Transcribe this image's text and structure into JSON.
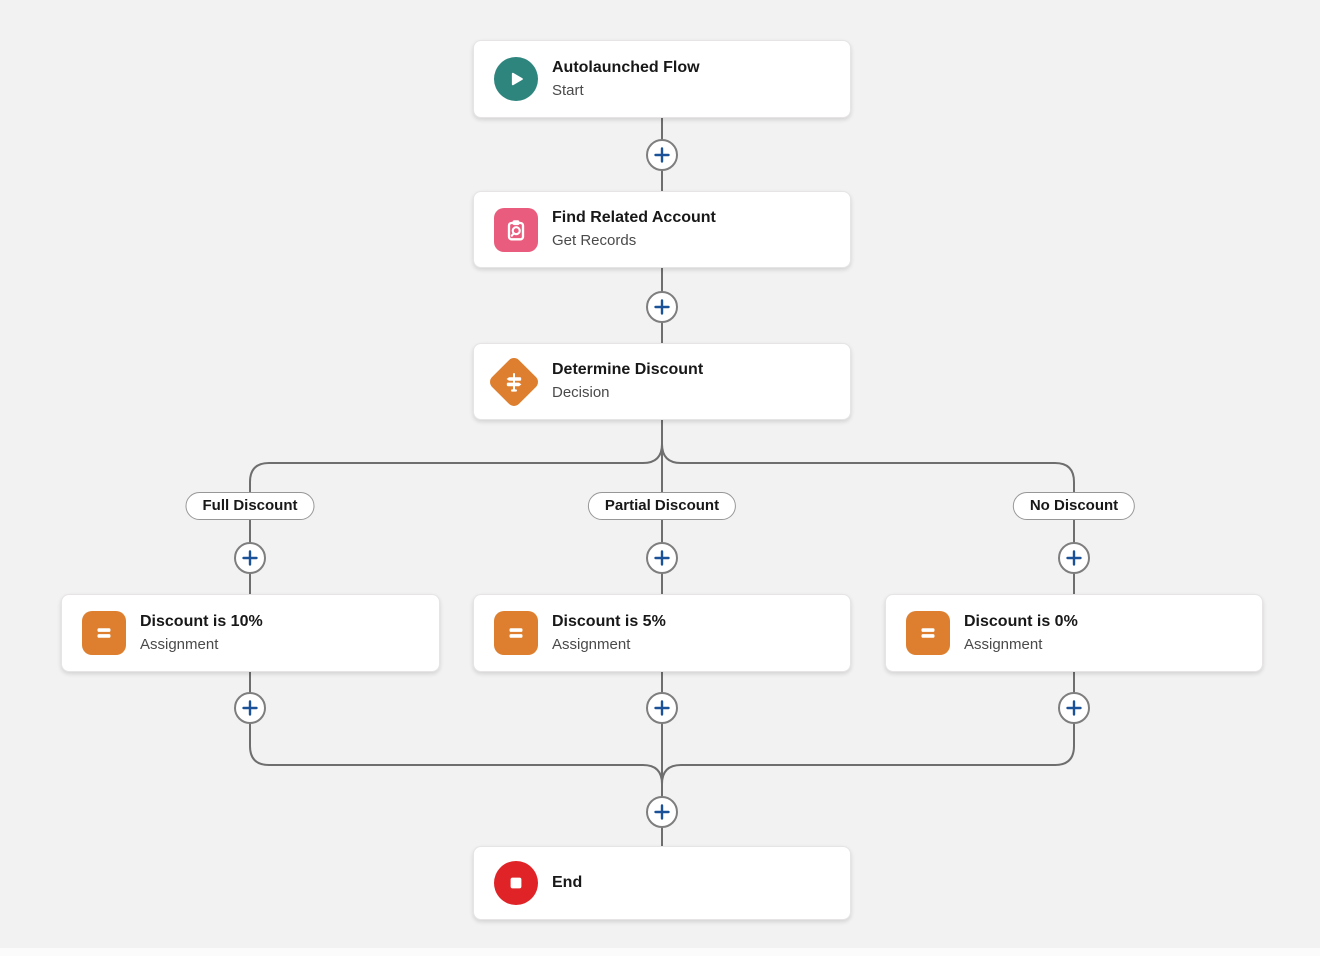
{
  "colors": {
    "canvas_bg": "#f2f2f2",
    "connector": "#6e6e6e",
    "plus_blue": "#1b5297",
    "start_teal": "#2e857e",
    "get_records_pink": "#e95c7d",
    "decision_orange": "#dd7f2e",
    "assignment_orange": "#dd7f2e",
    "end_red": "#df2327",
    "card_bg": "#ffffff",
    "title_text": "#181818",
    "subtitle_text": "#4a4a4a"
  },
  "nodes": {
    "start": {
      "title": "Autolaunched Flow",
      "subtitle": "Start",
      "icon": "play-icon"
    },
    "get_records": {
      "title": "Find Related Account",
      "subtitle": "Get Records",
      "icon": "record-lookup-icon"
    },
    "decision": {
      "title": "Determine Discount",
      "subtitle": "Decision",
      "icon": "signpost-decision-icon"
    },
    "assign_full": {
      "title": "Discount is 10%",
      "subtitle": "Assignment",
      "icon": "equals-assignment-icon"
    },
    "assign_partial": {
      "title": "Discount is 5%",
      "subtitle": "Assignment",
      "icon": "equals-assignment-icon"
    },
    "assign_none": {
      "title": "Discount is 0%",
      "subtitle": "Assignment",
      "icon": "equals-assignment-icon"
    },
    "end": {
      "title": "End",
      "icon": "stop-icon"
    }
  },
  "branches": {
    "full": {
      "label": "Full Discount"
    },
    "partial": {
      "label": "Partial Discount"
    },
    "none": {
      "label": "No Discount"
    }
  }
}
